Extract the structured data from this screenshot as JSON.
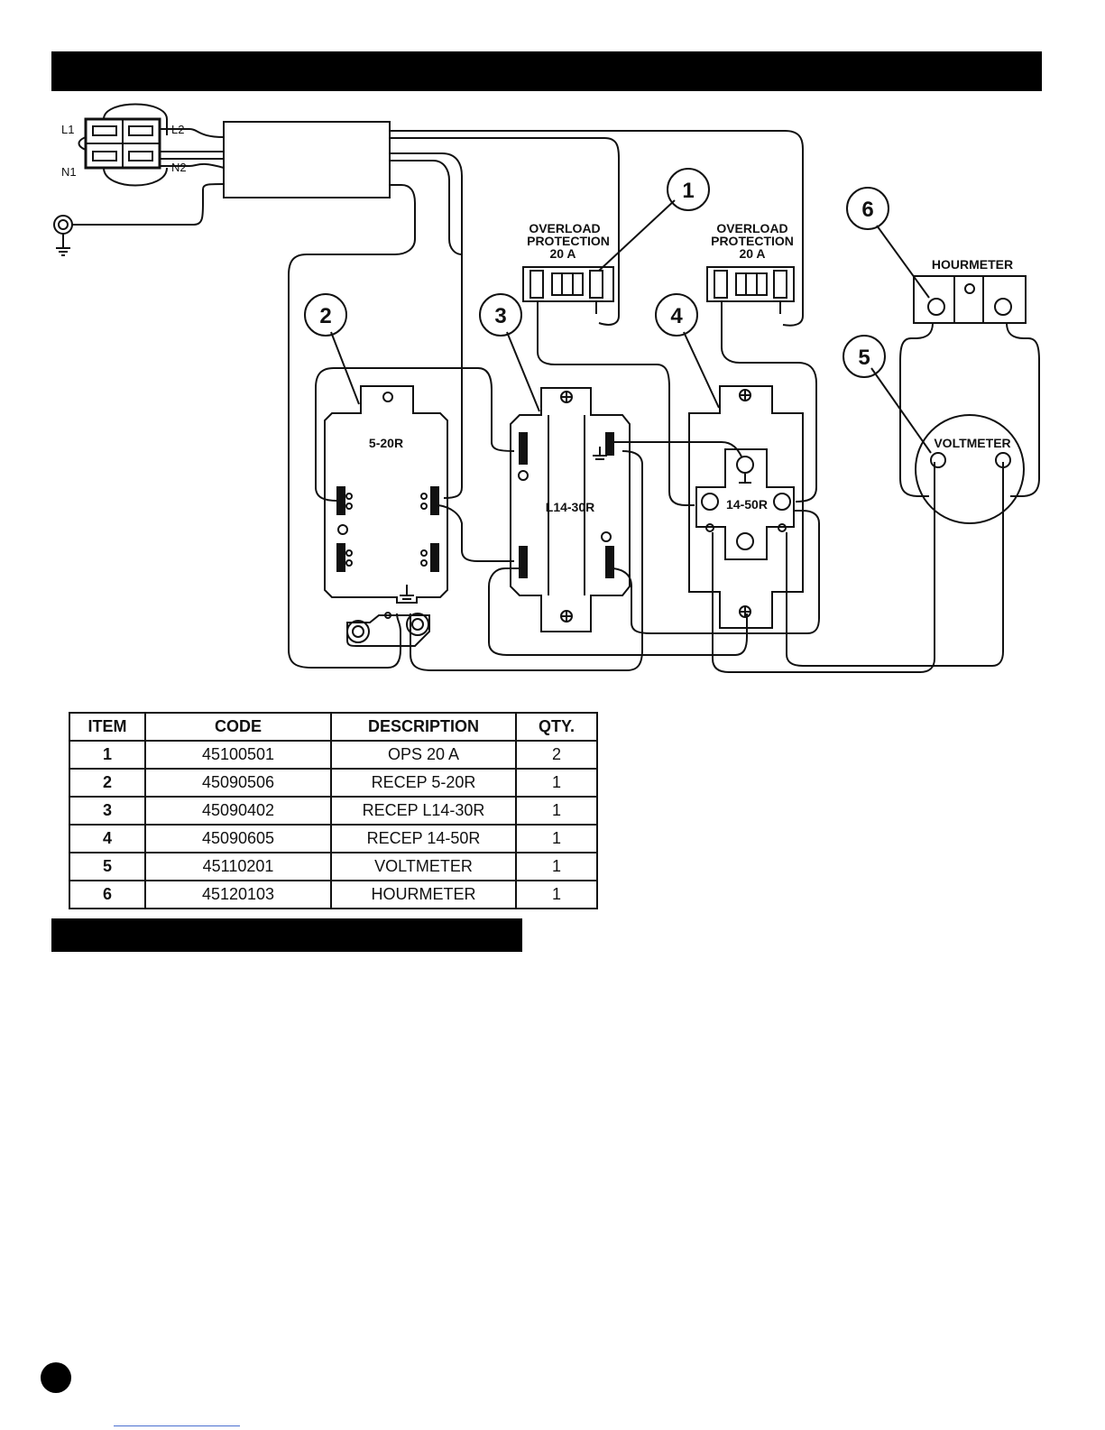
{
  "diagram": {
    "terminals": {
      "l1": "L1",
      "l2": "L2",
      "n1": "N1",
      "n2": "N2"
    },
    "overload_1": {
      "line1": "OVERLOAD",
      "line2": "PROTECTION",
      "line3": "20 A"
    },
    "overload_2": {
      "line1": "OVERLOAD",
      "line2": "PROTECTION",
      "line3": "20 A"
    },
    "receptacle_520": "5-20R",
    "receptacle_l1430": "L14-30R",
    "receptacle_1450": "14-50R",
    "hourmeter": "HOURMETER",
    "voltmeter": "VOLTMETER",
    "callouts": [
      "1",
      "2",
      "3",
      "4",
      "5",
      "6"
    ]
  },
  "parts_table": {
    "headers": [
      "ITEM",
      "CODE",
      "DESCRIPTION",
      "QTY."
    ],
    "rows": [
      [
        "1",
        "45100501",
        "OPS 20 A",
        "2"
      ],
      [
        "2",
        "45090506",
        "RECEP 5-20R",
        "1"
      ],
      [
        "3",
        "45090402",
        "RECEP L14-30R",
        "1"
      ],
      [
        "4",
        "45090605",
        "RECEP 14-50R",
        "1"
      ],
      [
        "5",
        "45110201",
        "VOLTMETER",
        "1"
      ],
      [
        "6",
        "45120103",
        "HOURMETER",
        "1"
      ]
    ]
  }
}
